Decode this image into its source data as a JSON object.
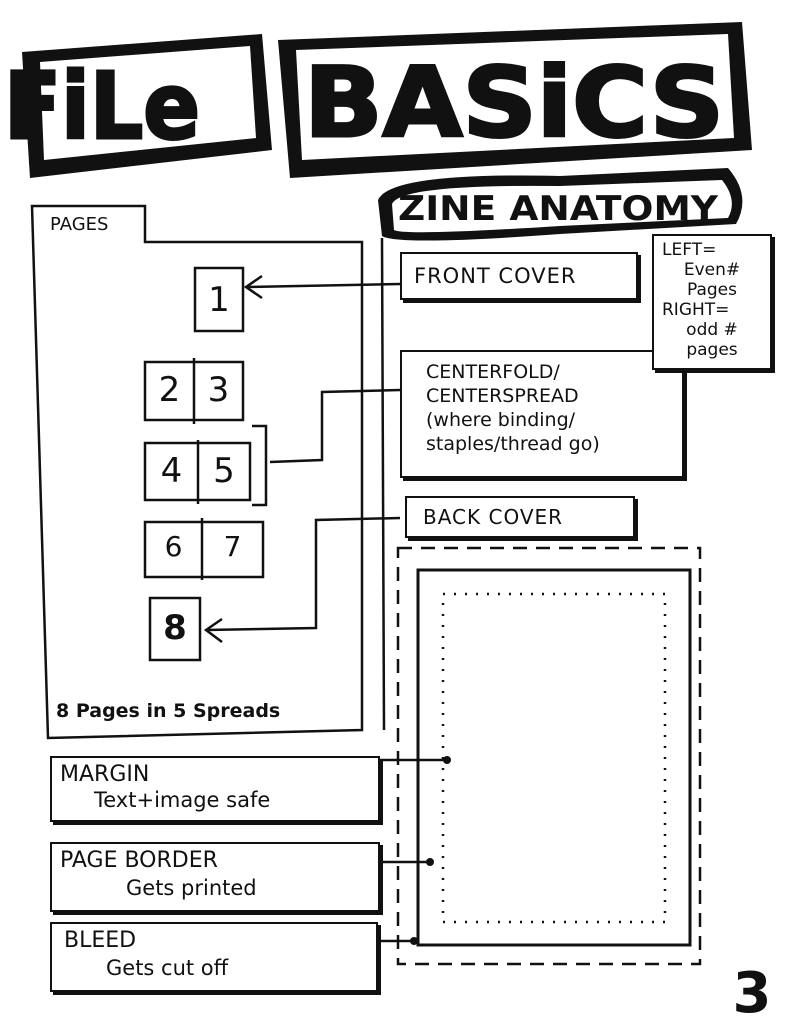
{
  "title": {
    "word1": "FiLe",
    "word2": "BASiCS",
    "subtitle": "ZINE ANATOMY"
  },
  "pages_panel": {
    "tab_label": "PAGES",
    "footer": "8 Pages in 5 Spreads",
    "page_numbers": [
      "1",
      "2",
      "3",
      "4",
      "5",
      "6",
      "7",
      "8"
    ]
  },
  "callouts": {
    "front_cover": "FRONT COVER",
    "centerfold_line1": "CENTERFOLD/",
    "centerfold_line2": "CENTERSPREAD",
    "centerfold_line3": "(where binding/",
    "centerfold_line4": "staples/thread go)",
    "back_cover": "BACK COVER"
  },
  "side_note": {
    "line1": "LEFT=",
    "line2": "Even#",
    "line3": "Pages",
    "line4": "RIGHT=",
    "line5": "odd #",
    "line6": "pages"
  },
  "legend": {
    "margin_title": "MARGIN",
    "margin_desc": "Text+image safe",
    "border_title": "PAGE BORDER",
    "border_desc": "Gets printed",
    "bleed_title": "BLEED",
    "bleed_desc": "Gets cut off"
  },
  "page_number": "3"
}
